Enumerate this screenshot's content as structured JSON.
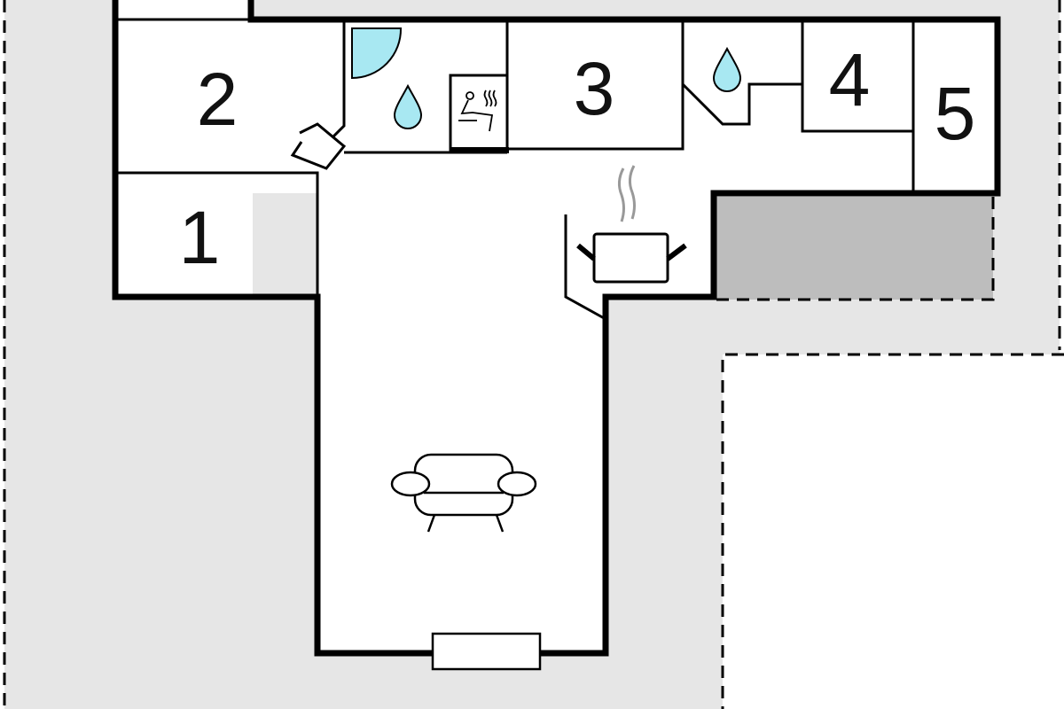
{
  "floor_plan": {
    "rooms": [
      {
        "id": "room-1",
        "label": "1"
      },
      {
        "id": "room-2",
        "label": "2"
      },
      {
        "id": "room-3",
        "label": "3"
      },
      {
        "id": "room-4",
        "label": "4"
      },
      {
        "id": "room-5",
        "label": "5"
      }
    ],
    "icons": [
      "shower-icon",
      "water-drop-icon",
      "sauna-icon",
      "cooking-pot-icon",
      "sofa-icon",
      "fireplace-icon"
    ],
    "colors": {
      "wall": "#000000",
      "water": "#a8e8f2",
      "terrace": "#bdbdbd",
      "outdoor": "#e6e6e6",
      "steam": "#999999"
    }
  }
}
